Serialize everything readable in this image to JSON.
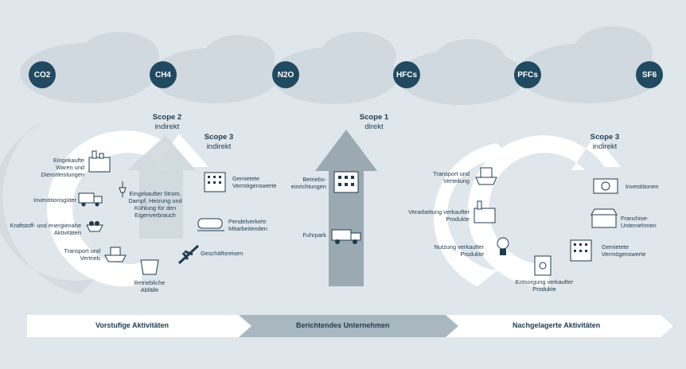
{
  "gases": [
    "CO2",
    "CH4",
    "N2O",
    "HFCs",
    "PFCs",
    "SF6"
  ],
  "scopes": {
    "scope2": {
      "title": "Scope 2",
      "sub": "indirekt"
    },
    "scope3_left": {
      "title": "Scope 3",
      "sub": "indirekt"
    },
    "scope1": {
      "title": "Scope 1",
      "sub": "direkt"
    },
    "scope3_right": {
      "title": "Scope 3",
      "sub": "indirekt"
    }
  },
  "upstream": {
    "eingekaufte": "Eingekaufte Waren und Dienstleistungen",
    "investitionsgueter": "Investitionsgüter",
    "kraftstoff": "Kraftstoff- und energienahe Aktivitäten",
    "transport": "Transport und Vertrieb",
    "abfaelle": "Betriebliche Abfälle",
    "geschaeftsreisen": "Geschäftsreisen",
    "pendelverkehr": "Pendelverkehr Mitarbeitenden",
    "gemietete": "Gemietete Vermögenswerte",
    "strom": "Eingekaufter Strom, Dampf, Heizung und Kühlung für den Eigenverbrauch"
  },
  "direct": {
    "betriebs": "Betriebs- einrichtungen",
    "fuhrpark": "Fuhrpark"
  },
  "downstream": {
    "transport": "Transport und Verteilung",
    "verarbeitung": "Verarbeitung verkaufter Produkte",
    "nutzung": "Nutzung verkaufter Produkte",
    "entsorgung": "Entsorgung verkaufter Produkte",
    "gemietete": "Gemietete Vermögenswerte",
    "franchise": "Franchise- Unternehmen",
    "investitionen": "Investitionen"
  },
  "bands": {
    "left": "Vorstufige Aktivitäten",
    "middle": "Berichtendes Unternehmen",
    "right": "Nachgelagerte Aktivitäten"
  },
  "colors": {
    "background": "#dfe6ec",
    "gas_circle": "#204a60",
    "arrow_dark": "#9aa9b2",
    "arrow_light": "#ffffff"
  }
}
